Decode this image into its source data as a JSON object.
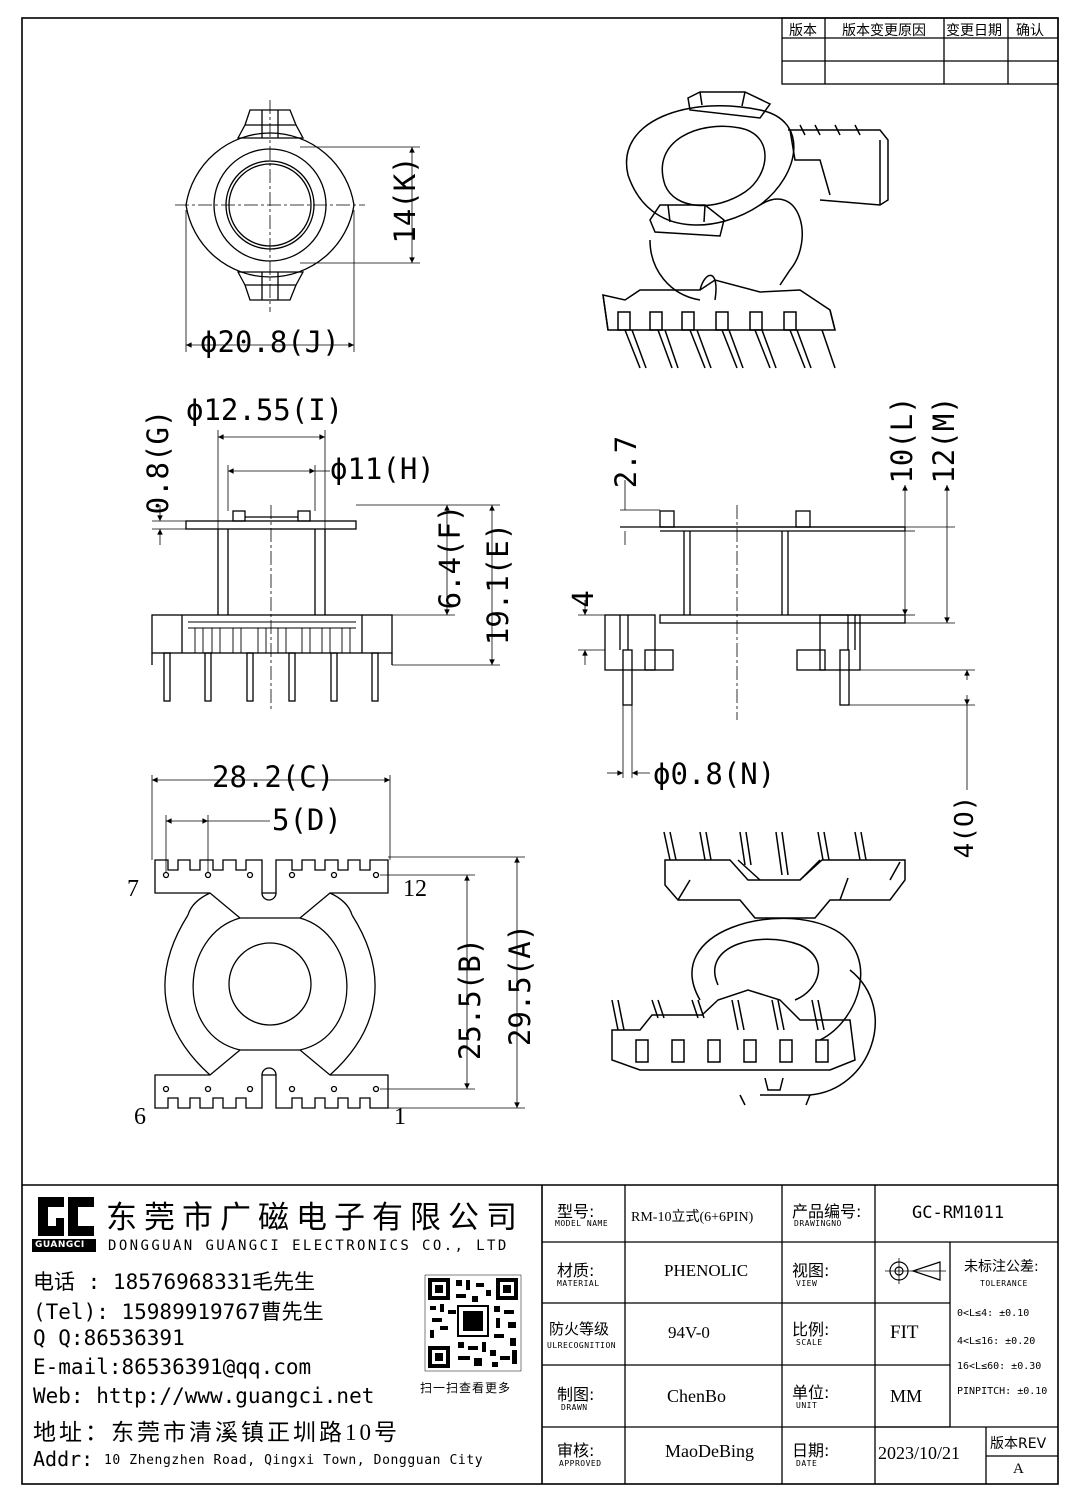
{
  "revision_table": {
    "headers": [
      "版本",
      "版本变更原因",
      "变更日期",
      "确认"
    ]
  },
  "dimensions": {
    "K": "14(K)",
    "J": "ϕ20.8(J)",
    "I": "ϕ12.55(I)",
    "G": "0.8(G)",
    "H": "ϕ11(H)",
    "F": "6.4(F)",
    "E": "19.1(E)",
    "d27": "2.7",
    "L": "10(L)",
    "M": "12(M)",
    "d4": "4",
    "N": "ϕ0.8(N)",
    "O": "4(O)",
    "C": "28.2(C)",
    "D": "5(D)",
    "B": "25.5(B)",
    "A": "29.5(A)"
  },
  "pin_labels": {
    "p7": "7",
    "p12": "12",
    "p6": "6",
    "p1": "1"
  },
  "company": {
    "logo_text": "GC",
    "logo_sub": "GUANGCI",
    "name_cn": "东莞市广磁电子有限公司",
    "name_en": "DONGGUAN GUANGCI ELECTRONICS CO., LTD",
    "phone1": "电话 : 18576968331毛先生",
    "phone2": "(Tel): 15989919767曹先生",
    "qq": "Q Q:86536391",
    "email": "E-mail:86536391@qq.com",
    "web": "Web: http://www.guangci.net",
    "addr_cn": "地址：东莞市清溪镇正圳路10号",
    "addr_en_label": "Addr:",
    "addr_en": "10 Zhengzhen Road, Qingxi Town, Dongguan City",
    "qr_caption": "扫一扫查看更多"
  },
  "title_block": {
    "model_label": "型号:",
    "model_label_en": "MODEL NAME",
    "model_value": "RM-10立式(6+6PIN)",
    "drawing_no_label": "产品编号:",
    "drawing_no_label_en": "DRAWINGNO",
    "drawing_no_value": "GC-RM1011",
    "material_label": "材质:",
    "material_label_en": "MATERIAL",
    "material_value": "PHENOLIC",
    "view_label": "视图:",
    "view_label_en": "VIEW",
    "tolerance_label": "未标注公差:",
    "tolerance_label_en": "TOLERANCE",
    "tolerances": [
      "0<L≤4: ±0.10",
      "4<L≤16: ±0.20",
      "16<L≤60: ±0.30",
      "PINPITCH: ±0.10"
    ],
    "fire_label": "防火等级",
    "fire_label_en": "ULRECOGNITION",
    "fire_value": "94V-0",
    "scale_label": "比例:",
    "scale_label_en": "SCALE",
    "scale_value": "FIT",
    "drawn_label": "制图:",
    "drawn_label_en": "DRAWN",
    "drawn_value": "ChenBo",
    "unit_label": "单位:",
    "unit_label_en": "UNIT",
    "unit_value": "MM",
    "approved_label": "审核:",
    "approved_label_en": "APPROVED",
    "approved_value": "MaoDeBing",
    "date_label": "日期:",
    "date_label_en": "DATE",
    "date_value": "2023/10/21",
    "rev_label": "版本REV",
    "rev_value": "A"
  }
}
